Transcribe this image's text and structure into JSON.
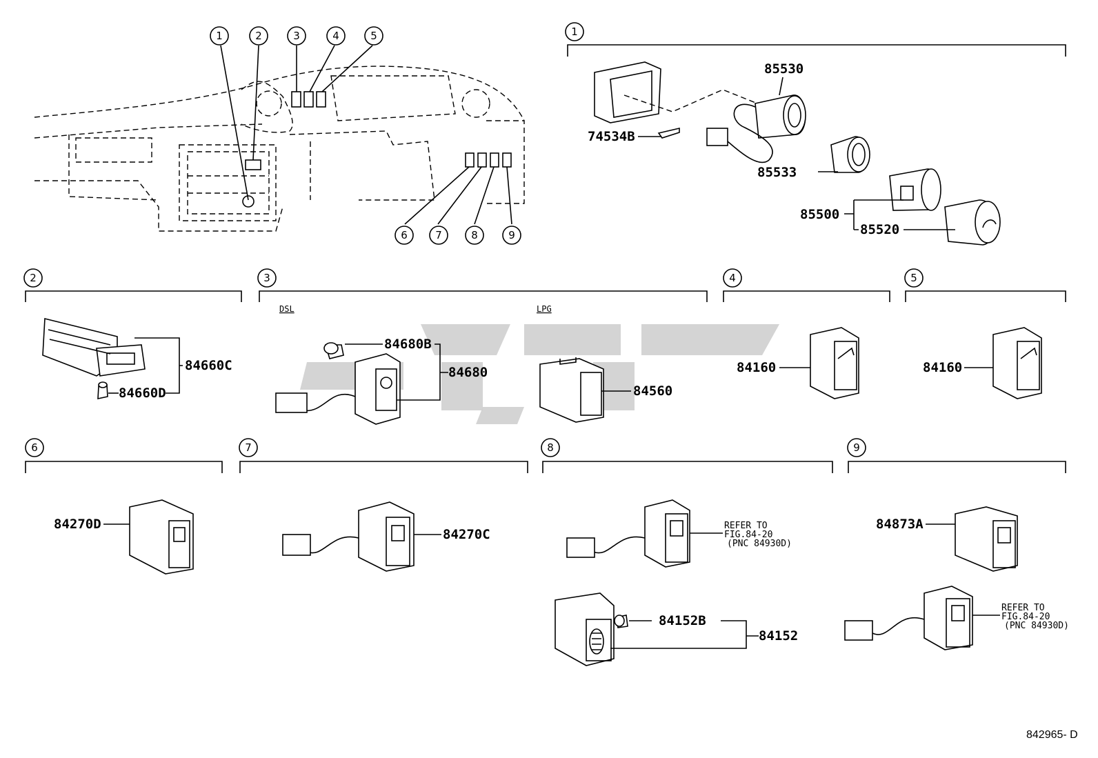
{
  "callouts": [
    "1",
    "2",
    "3",
    "4",
    "5",
    "6",
    "7",
    "8",
    "9"
  ],
  "groups": {
    "g1": {
      "num": "1",
      "parts": [
        "85530",
        "74534B",
        "85533",
        "85500",
        "85520"
      ]
    },
    "g2": {
      "num": "2",
      "parts": [
        "84660C",
        "84660D"
      ]
    },
    "g3": {
      "num": "3",
      "sub_dsl": "DSL",
      "sub_lpg": "LPG",
      "parts": [
        "84680B",
        "84680",
        "84560"
      ]
    },
    "g4": {
      "num": "4",
      "parts": [
        "84160"
      ]
    },
    "g5": {
      "num": "5",
      "parts": [
        "84160"
      ]
    },
    "g6": {
      "num": "6",
      "parts": [
        "84270D"
      ]
    },
    "g7": {
      "num": "7",
      "parts": [
        "84270C"
      ]
    },
    "g8": {
      "num": "8",
      "parts": [
        "84152B",
        "84152"
      ],
      "ref": [
        "REFER TO",
        "FIG.84-20",
        "(PNC 84930D)"
      ]
    },
    "g9": {
      "num": "9",
      "parts": [
        "84873A"
      ],
      "ref": [
        "REFER TO",
        "FIG.84-20",
        "(PNC 84930D)"
      ]
    }
  },
  "footer_code": "842965- D"
}
